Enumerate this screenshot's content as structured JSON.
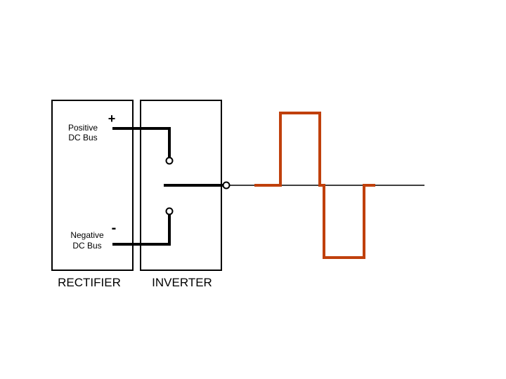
{
  "rectifier": {
    "label": "RECTIFIER",
    "positive_bus_line1": "Positive",
    "positive_bus_line2": "DC Bus",
    "positive_sign": "+",
    "negative_bus_line1": "Negative",
    "negative_bus_line2": "DC Bus",
    "negative_sign": "-"
  },
  "inverter": {
    "label": "INVERTER"
  },
  "colors": {
    "outline": "#000000",
    "waveform": "#c0400c",
    "background": "#ffffff"
  }
}
